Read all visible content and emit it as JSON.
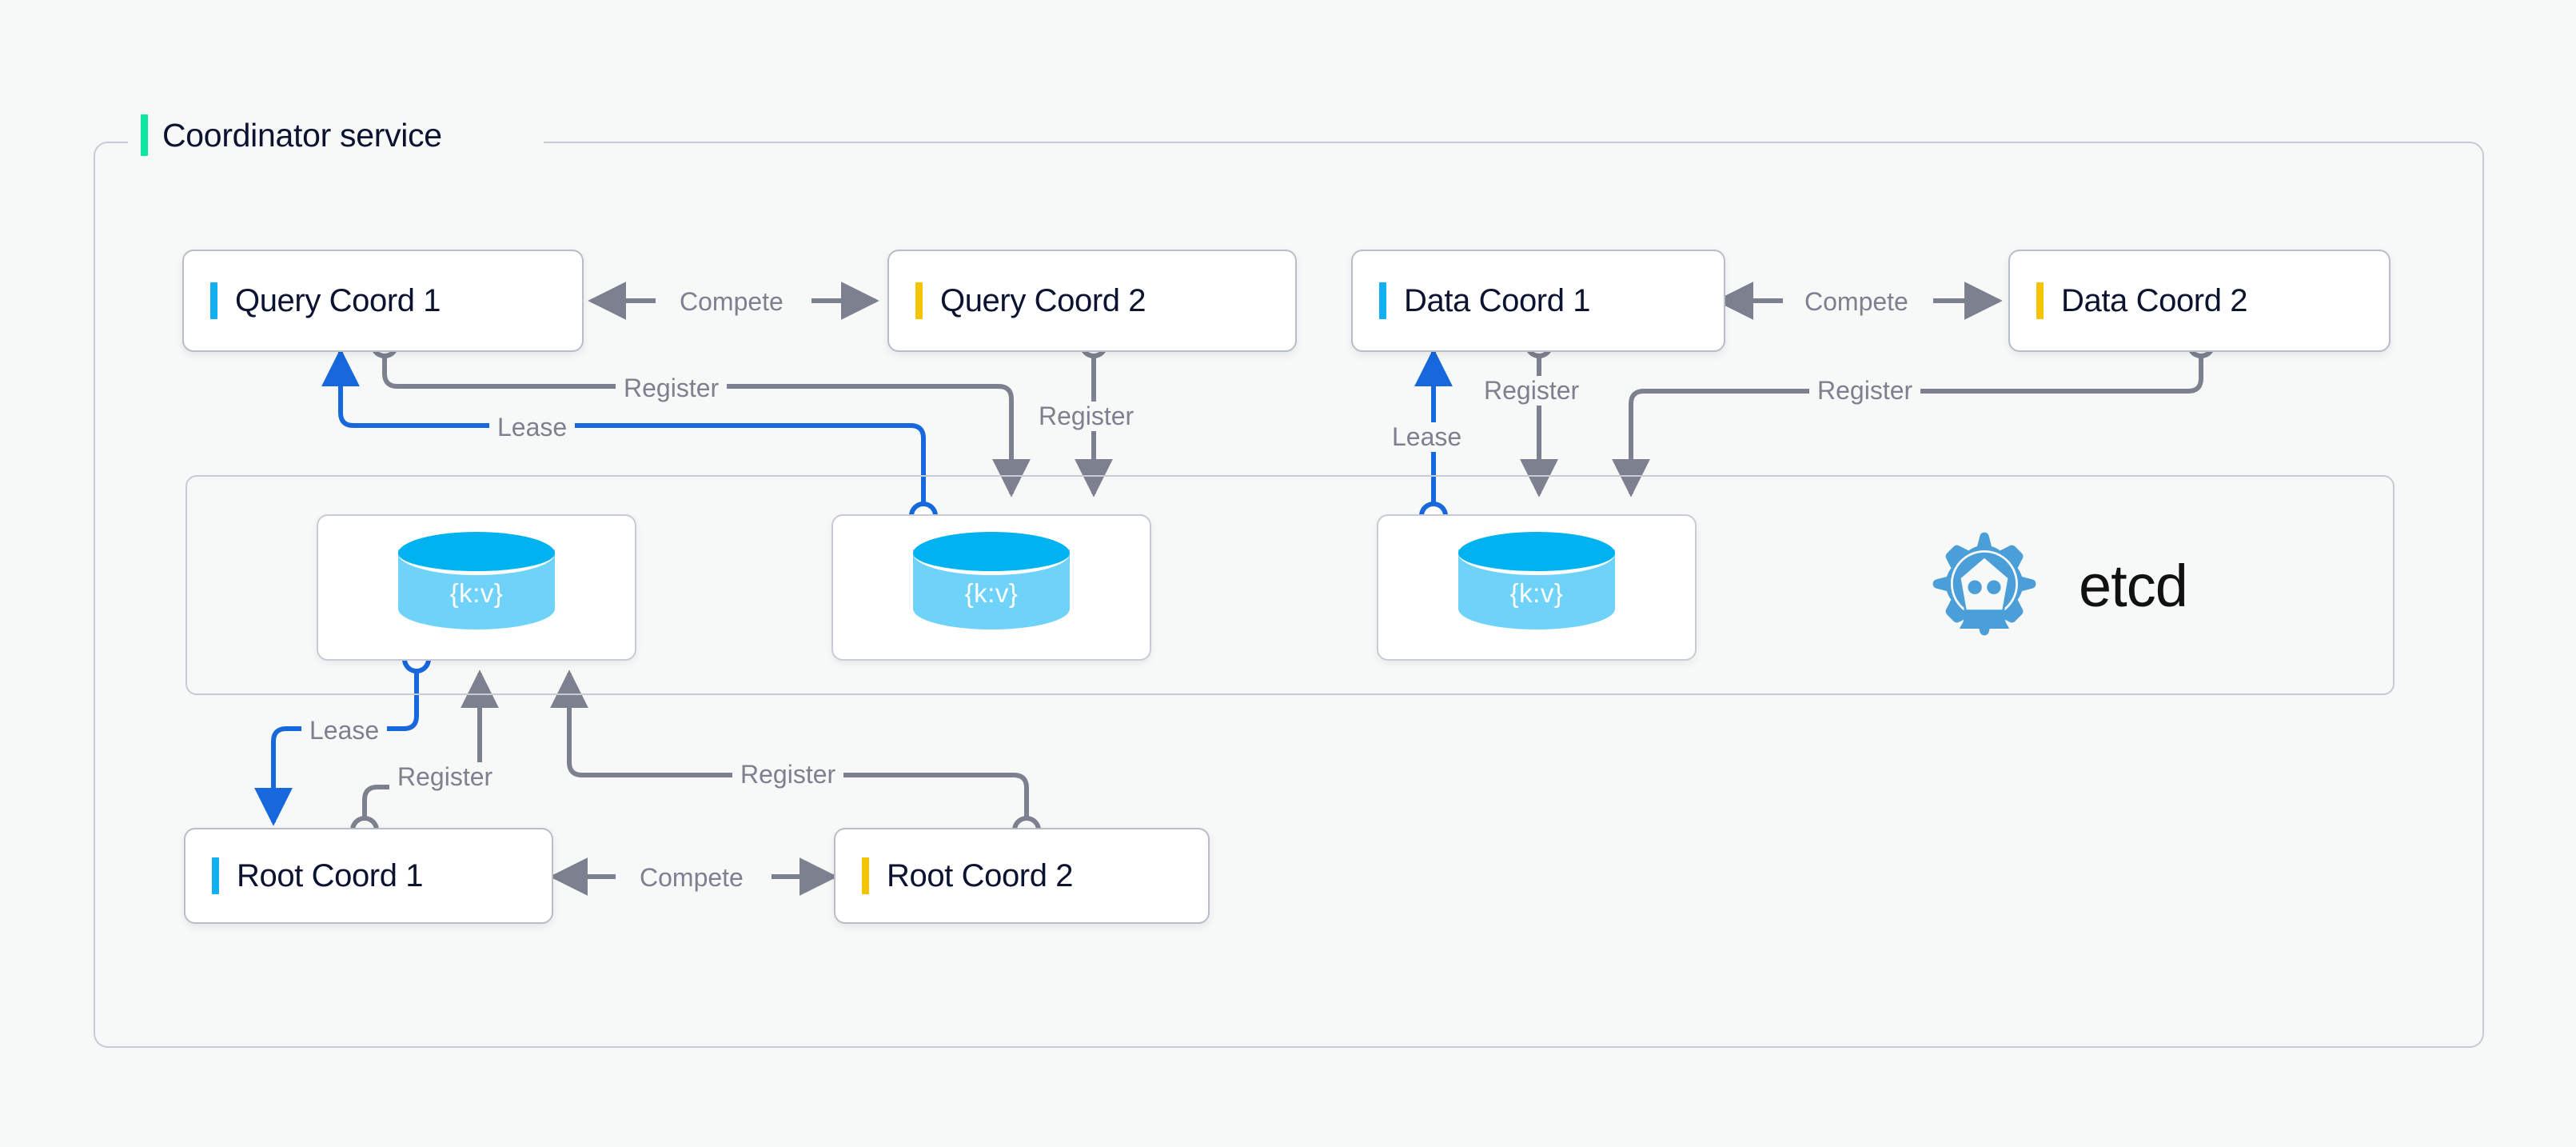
{
  "group": {
    "title": "Coordinator service",
    "accent_color": "#0FE6A0",
    "border_color": "#C9CBD4"
  },
  "nodes": [
    {
      "id": "query-coord-1",
      "label": "Query Coord 1",
      "accent": "blue",
      "accent_color": "#12B0F0"
    },
    {
      "id": "query-coord-2",
      "label": "Query Coord 2",
      "accent": "yellow",
      "accent_color": "#F5C400"
    },
    {
      "id": "data-coord-1",
      "label": "Data Coord 1",
      "accent": "blue",
      "accent_color": "#12B0F0"
    },
    {
      "id": "data-coord-2",
      "label": "Data Coord 2",
      "accent": "yellow",
      "accent_color": "#F5C400"
    },
    {
      "id": "root-coord-1",
      "label": "Root Coord 1",
      "accent": "blue",
      "accent_color": "#12B0F0"
    },
    {
      "id": "root-coord-2",
      "label": "Root Coord 2",
      "accent": "yellow",
      "accent_color": "#F5C400"
    }
  ],
  "datastores": [
    {
      "id": "kv-store-1",
      "label": "{k:v}"
    },
    {
      "id": "kv-store-2",
      "label": "{k:v}"
    },
    {
      "id": "kv-store-3",
      "label": "{k:v}"
    }
  ],
  "etcd": {
    "name": "etcd",
    "logo_color": "#4A9FD8",
    "icon": "etcd-gear-robot-icon"
  },
  "edges": {
    "compete_query": "Compete",
    "compete_data": "Compete",
    "compete_root": "Compete",
    "lease_query": "Lease",
    "lease_data": "Lease",
    "lease_root": "Lease",
    "register_qc1": "Register",
    "register_qc2": "Register",
    "register_dc1": "Register",
    "register_dc2": "Register",
    "register_rc1": "Register",
    "register_rc2": "Register"
  },
  "colors": {
    "lease_line": "#1668DC",
    "register_line": "#7D808E",
    "compete_arrow": "#7D808E",
    "card_border": "#B9BCC9",
    "canvas": "#F7F8F8",
    "text": "#0C1331",
    "muted_text": "#7D808E"
  }
}
